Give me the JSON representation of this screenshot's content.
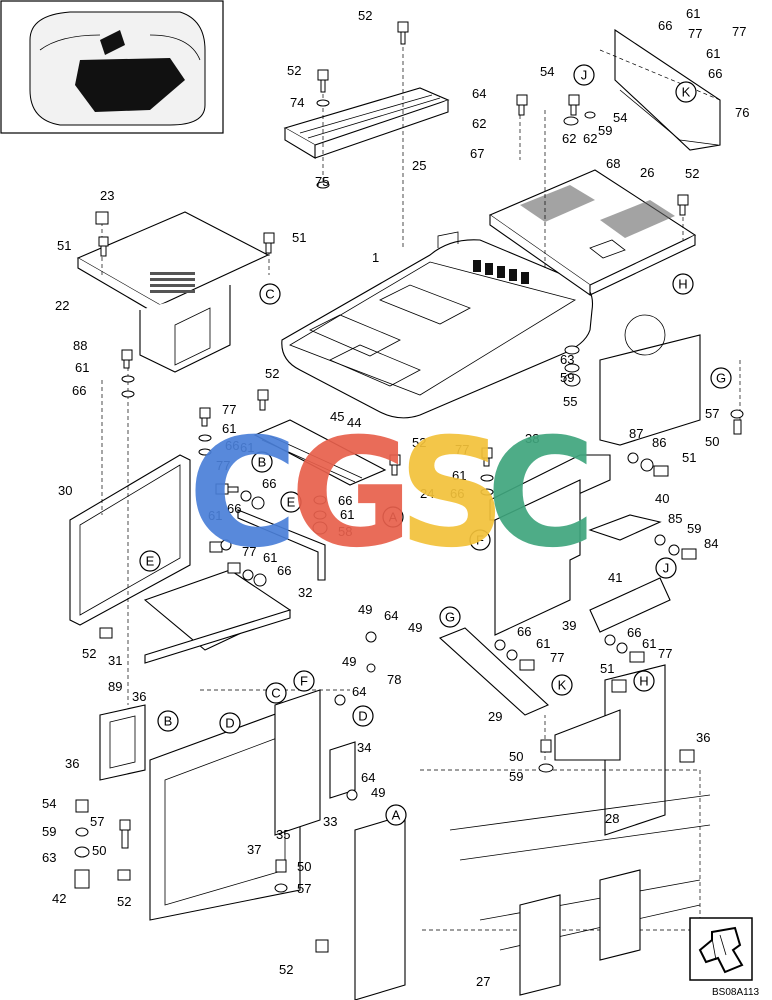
{
  "diagram": {
    "code": "BS08A113",
    "watermark": {
      "letters": [
        {
          "char": "C",
          "color": "#4a7fd8"
        },
        {
          "char": "G",
          "color": "#e8604c"
        },
        {
          "char": "S",
          "color": "#f3c23a"
        },
        {
          "char": "C",
          "color": "#3fa57d"
        }
      ]
    },
    "part_labels": [
      "52",
      "52",
      "74",
      "25",
      "75",
      "23",
      "51",
      "51",
      "22",
      "1",
      "54",
      "64",
      "62",
      "62",
      "67",
      "62",
      "59",
      "68",
      "61",
      "77",
      "66",
      "61",
      "77",
      "66",
      "76",
      "54",
      "26",
      "52",
      "88",
      "61",
      "66",
      "52",
      "77",
      "61",
      "66",
      "45",
      "44",
      "52",
      "77",
      "61",
      "66",
      "24",
      "38",
      "87",
      "86",
      "51",
      "63",
      "59",
      "55",
      "57",
      "50",
      "30",
      "77",
      "61",
      "66",
      "61",
      "66",
      "66",
      "61",
      "58",
      "77",
      "61",
      "66",
      "32",
      "40",
      "85",
      "59",
      "84",
      "41",
      "39",
      "52",
      "31",
      "89",
      "49",
      "64",
      "49",
      "49",
      "78",
      "64",
      "66",
      "61",
      "77",
      "66",
      "61",
      "77",
      "29",
      "51",
      "36",
      "36",
      "36",
      "34",
      "64",
      "49",
      "33",
      "35",
      "37",
      "54",
      "57",
      "59",
      "50",
      "63",
      "42",
      "52",
      "50",
      "57",
      "50",
      "59",
      "28",
      "52",
      "27"
    ],
    "reference_markers": [
      "J",
      "K",
      "C",
      "H",
      "G",
      "B",
      "E",
      "A",
      "F",
      "J",
      "E",
      "G",
      "K",
      "D",
      "H",
      "B",
      "D",
      "C",
      "F",
      "A"
    ]
  }
}
